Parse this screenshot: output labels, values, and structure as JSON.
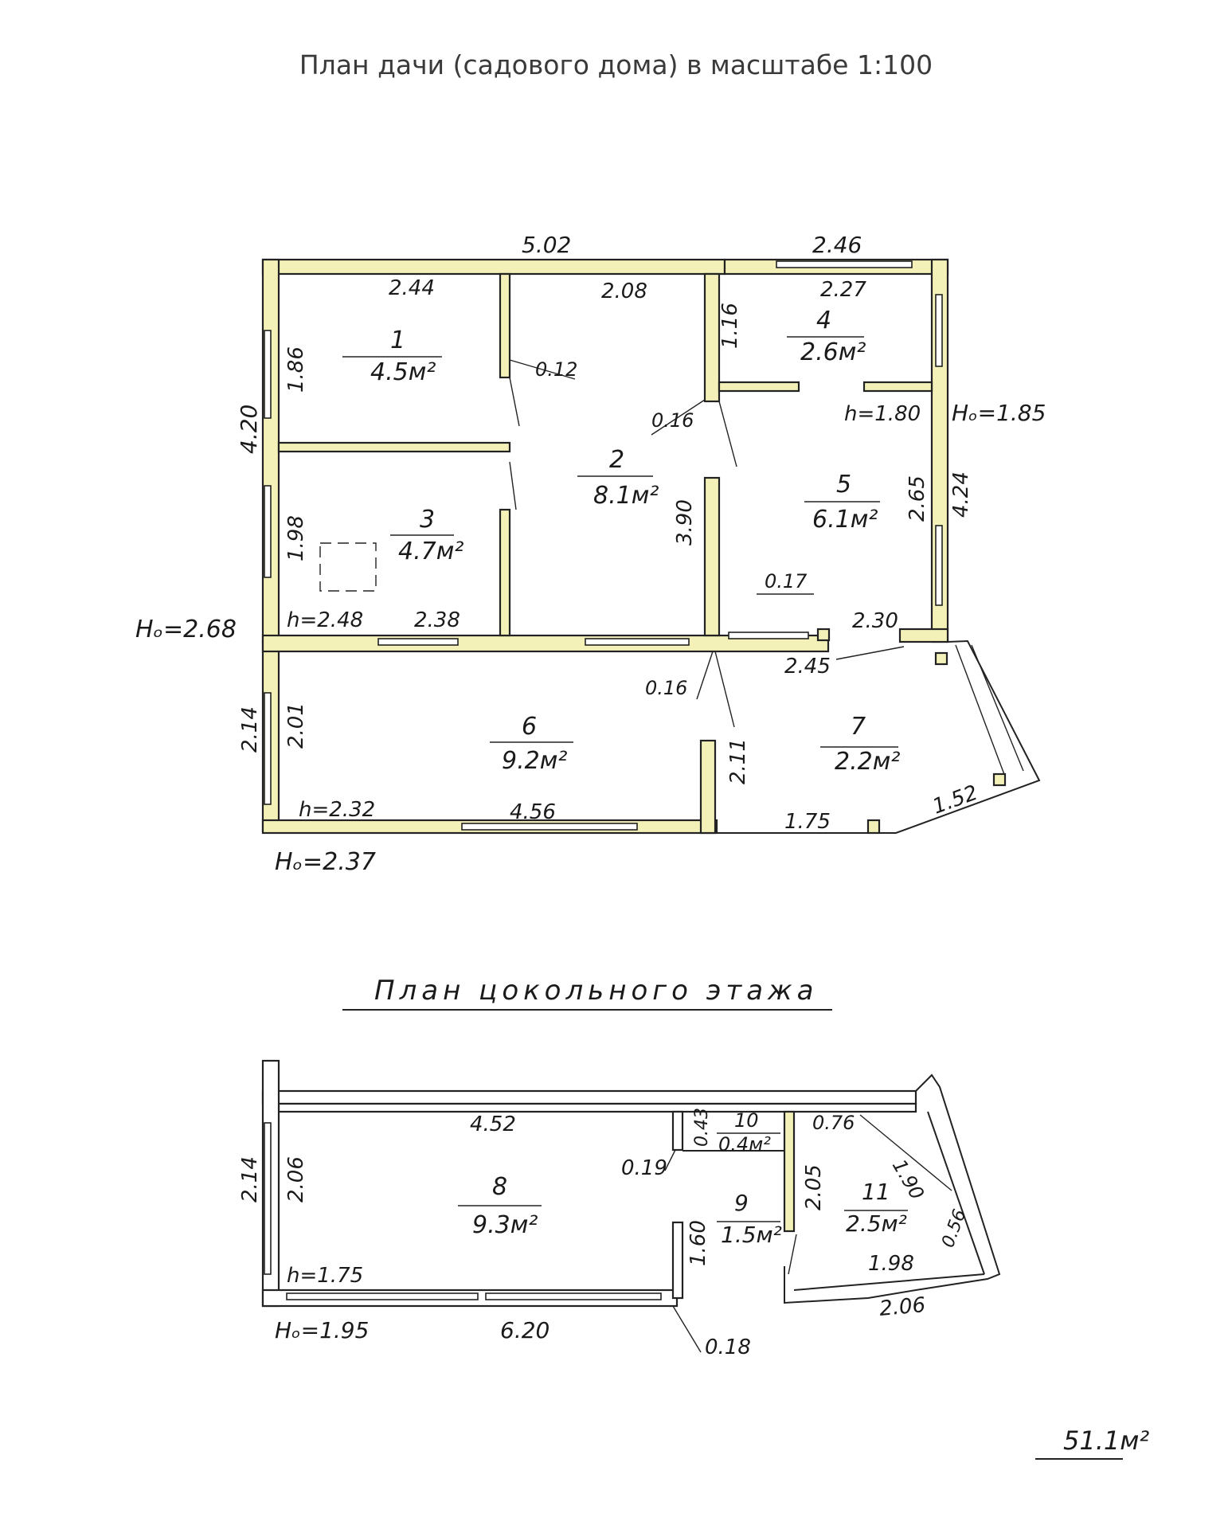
{
  "title": "План дачи (садового дома) в масштабе 1:100",
  "basement_title": "План цокольного этажа",
  "total_area": "51.1м²",
  "colors": {
    "wall_fill": "#f3f1b7",
    "ink": "#222222"
  },
  "rooms": {
    "r1": {
      "num": "1",
      "area": "4.5м²"
    },
    "r2": {
      "num": "2",
      "area": "8.1м²"
    },
    "r3": {
      "num": "3",
      "area": "4.7м²"
    },
    "r4": {
      "num": "4",
      "area": "2.6м²"
    },
    "r5": {
      "num": "5",
      "area": "6.1м²"
    },
    "r6": {
      "num": "6",
      "area": "9.2м²"
    },
    "r7": {
      "num": "7",
      "area": "2.2м²"
    },
    "r8": {
      "num": "8",
      "area": "9.3м²"
    },
    "r9": {
      "num": "9",
      "area": "1.5м²"
    },
    "r10": {
      "num": "10",
      "area": "0.4м²"
    },
    "r11": {
      "num": "11",
      "area": "2.5м²"
    }
  },
  "dims": {
    "d502": "5.02",
    "d246": "2.46",
    "d244": "2.44",
    "d208": "2.08",
    "d227": "2.27",
    "d116": "1.16",
    "d012": "0.12",
    "d016a": "0.16",
    "d186": "1.86",
    "d420": "4.20",
    "d198": "1.98",
    "d390": "3.90",
    "h180": "h=1.80",
    "H185": "Hₒ=1.85",
    "d265": "2.65",
    "d424": "4.24",
    "d017": "0.17",
    "d230": "2.30",
    "d245": "2.45",
    "H268": "Hₒ=2.68",
    "h248": "h=2.48",
    "d238": "2.38",
    "d016b": "0.16",
    "d214a": "2.14",
    "d201": "2.01",
    "d211": "2.11",
    "d152": "1.52",
    "h232": "h=2.32",
    "d456": "4.56",
    "d175": "1.75",
    "H237": "Hₒ=2.37",
    "d452": "4.52",
    "d043": "0.43",
    "d076": "0.76",
    "d019": "0.19",
    "d214b": "2.14",
    "d206a": "2.06",
    "d205": "2.05",
    "d190": "1.90",
    "d056": "0.56",
    "d160": "1.60",
    "h175": "h=1.75",
    "d198b": "1.98",
    "d206b": "2.06",
    "H195": "Hₒ=1.95",
    "d620": "6.20",
    "d018": "0.18"
  }
}
